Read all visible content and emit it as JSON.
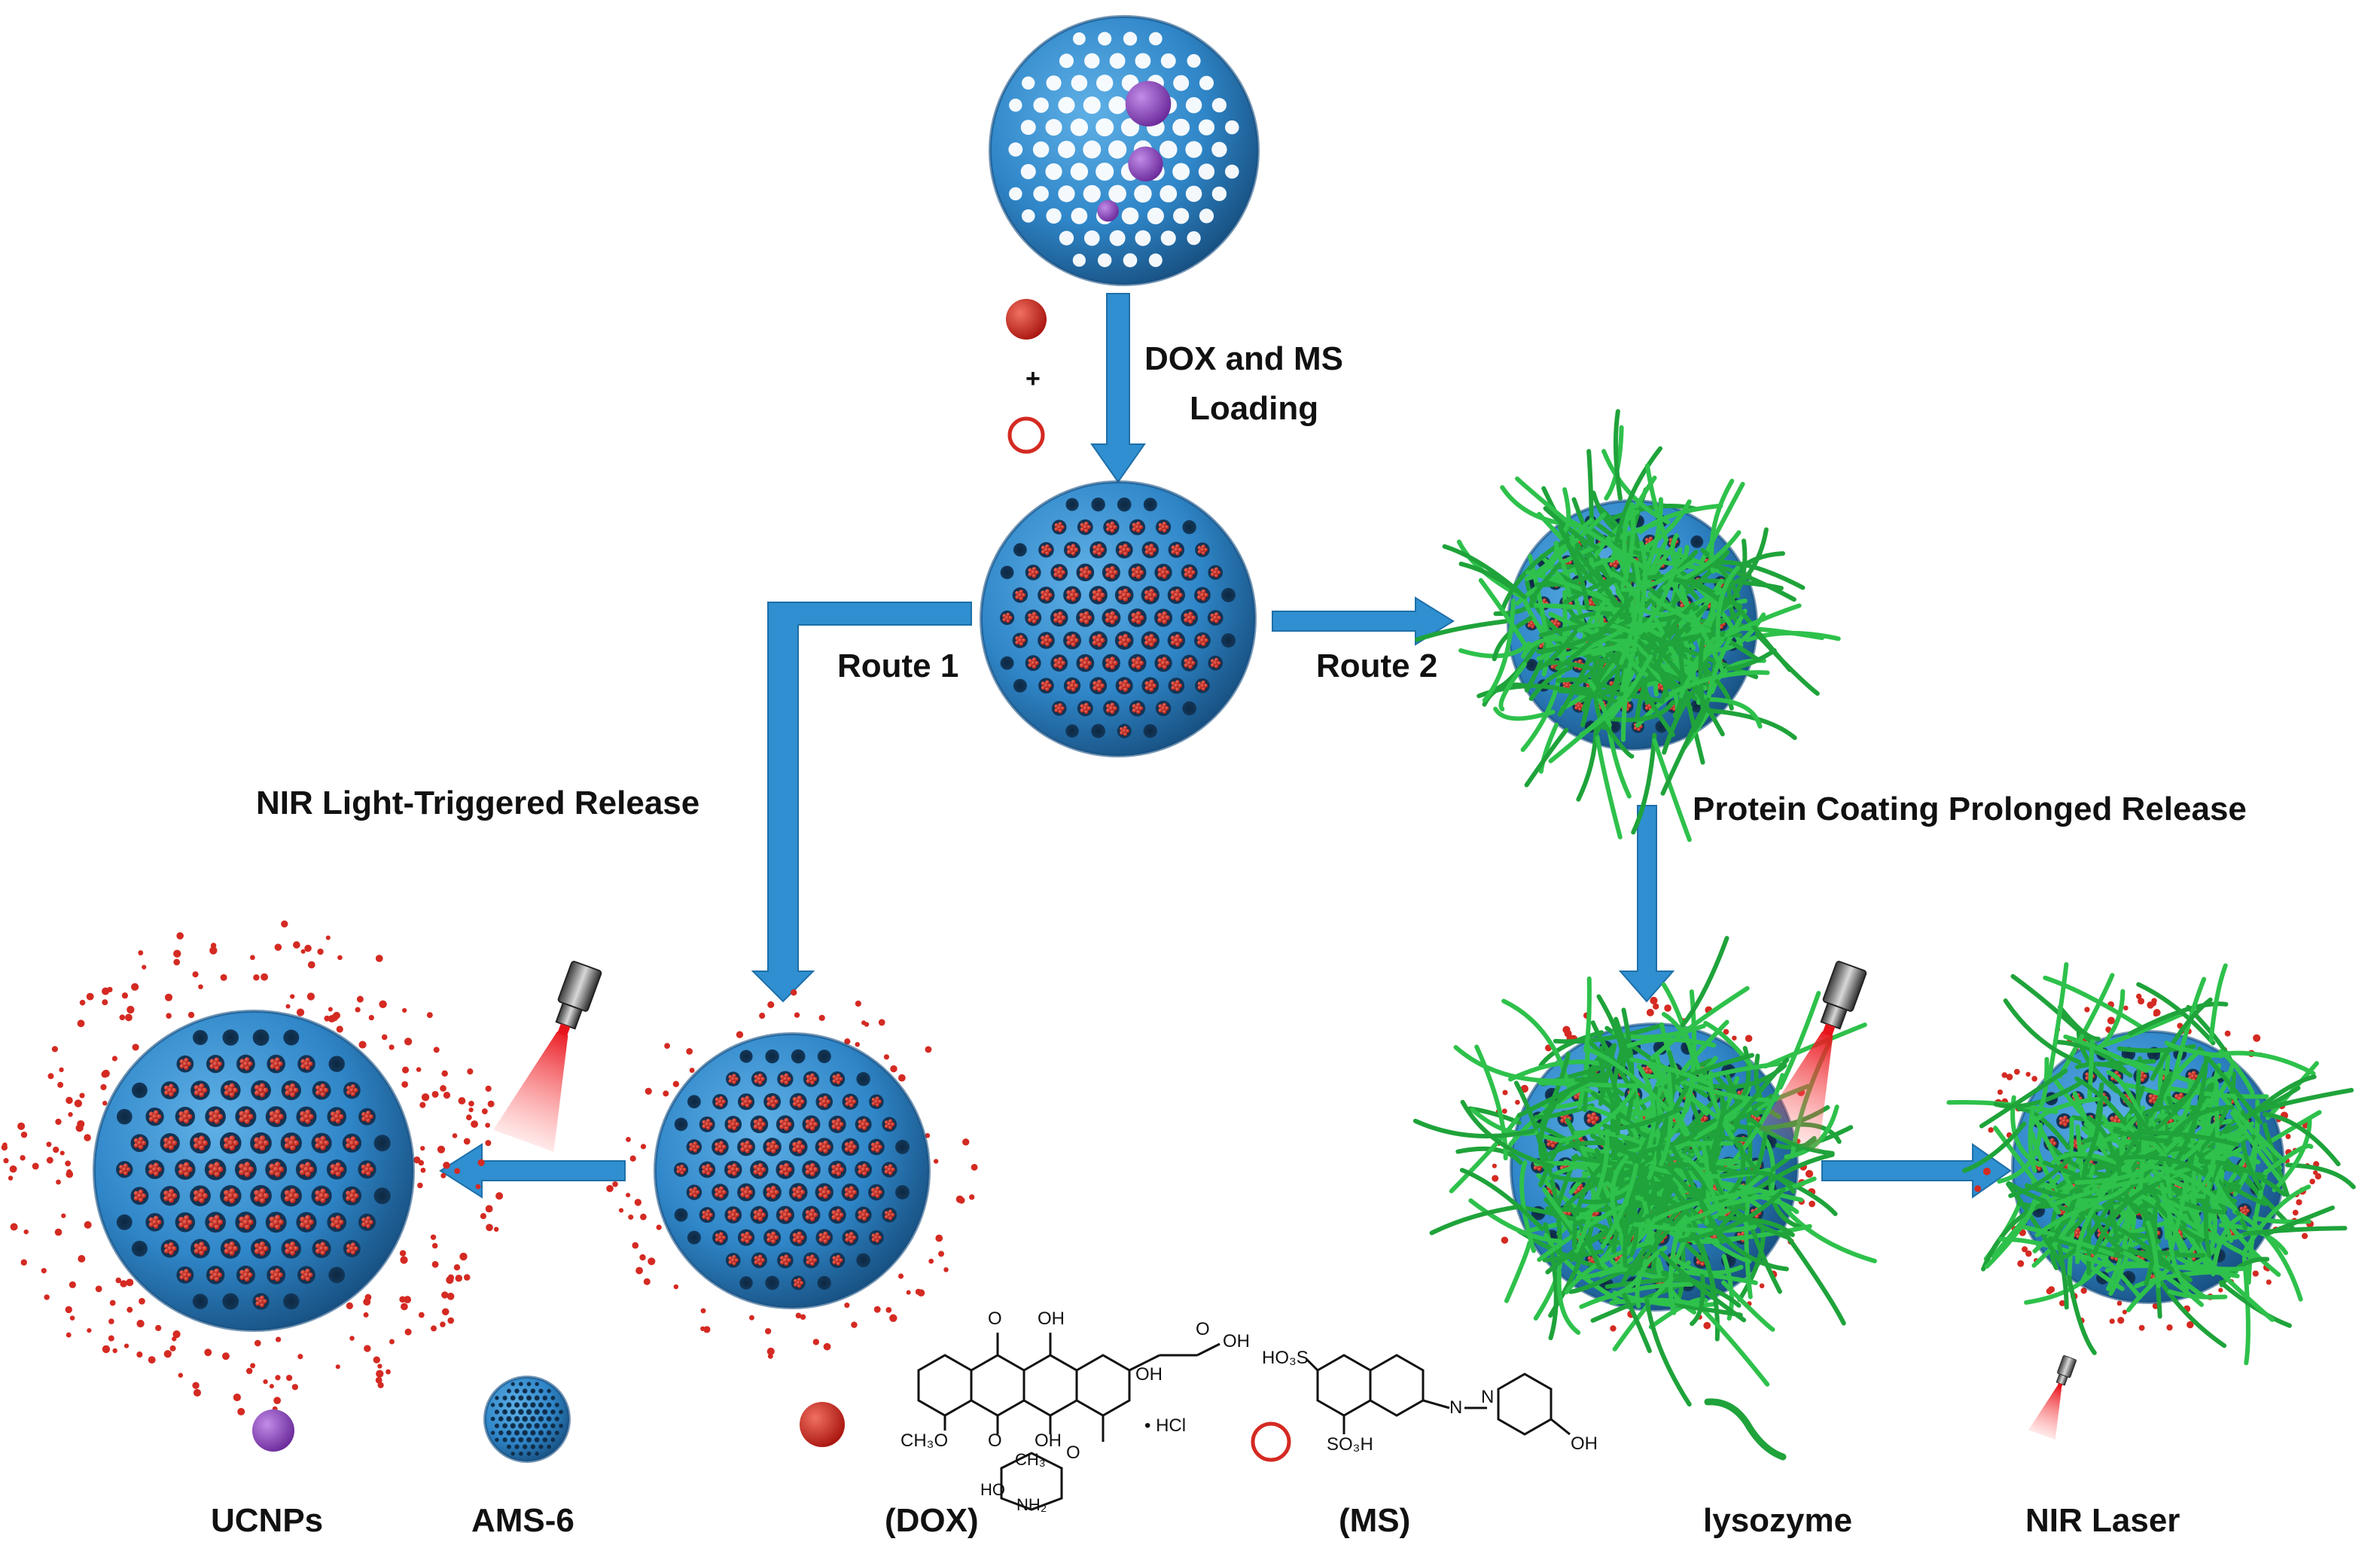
{
  "step_labels": {
    "loading_line1": "DOX and MS",
    "loading_line2": "Loading",
    "plus": "+",
    "route1": "Route 1",
    "route2": "Route 2",
    "nir_release": "NIR Light-Triggered Release",
    "protein_release": "Protein Coating Prolonged Release"
  },
  "legend": {
    "ucnps": "UCNPs",
    "ams6": "AMS-6",
    "dox": "(DOX)",
    "ms": "(MS)",
    "lysozyme": "lysozyme",
    "nir_laser": "NIR Laser"
  },
  "chem": {
    "dox_hcl": "• HCl",
    "dox_oh1": "OH",
    "dox_oh2": "OH",
    "dox_oh3": "OH",
    "dox_oh4": "OH",
    "dox_o1": "O",
    "dox_o2": "O",
    "dox_o3": "O",
    "dox_och3": "CH₃O",
    "dox_ch3": "CH₃",
    "dox_ho": "HO",
    "dox_nh2": "NH₂",
    "dox_o4": "O",
    "ms_so3_top": "HO₃S",
    "ms_so3_bottom": "SO₃H",
    "ms_n1": "N",
    "ms_n2": "N",
    "ms_oh": "OH"
  },
  "colors": {
    "sphere": "#2f86c8",
    "sphere_dark": "#1a5f99",
    "arrow": "#2f8fd0",
    "dox": "#d42a22",
    "ucnp": "#8b3fc0",
    "protein": "#1fa33a",
    "laser": "#e8141c"
  }
}
